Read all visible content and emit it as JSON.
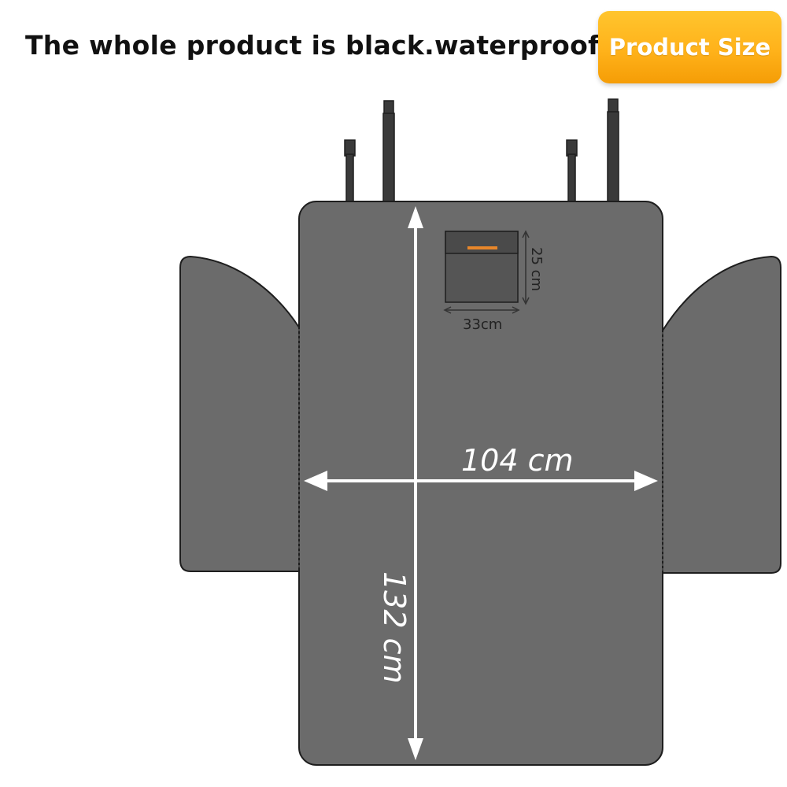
{
  "header": {
    "title": "The whole product is black.waterproof.",
    "badge_label": "Product Size"
  },
  "dimensions": {
    "width_label": "104 cm",
    "length_label": "132 cm",
    "pocket_height_label": "25 cm",
    "pocket_width_label": "33cm"
  },
  "colors": {
    "mat_fill": "#6b6b6b",
    "outline": "#1e1e1e",
    "strap": "#3a3a3a",
    "arrow": "#ffffff",
    "pocket_accent": "#e8872a",
    "badge": "#ffb21a"
  }
}
